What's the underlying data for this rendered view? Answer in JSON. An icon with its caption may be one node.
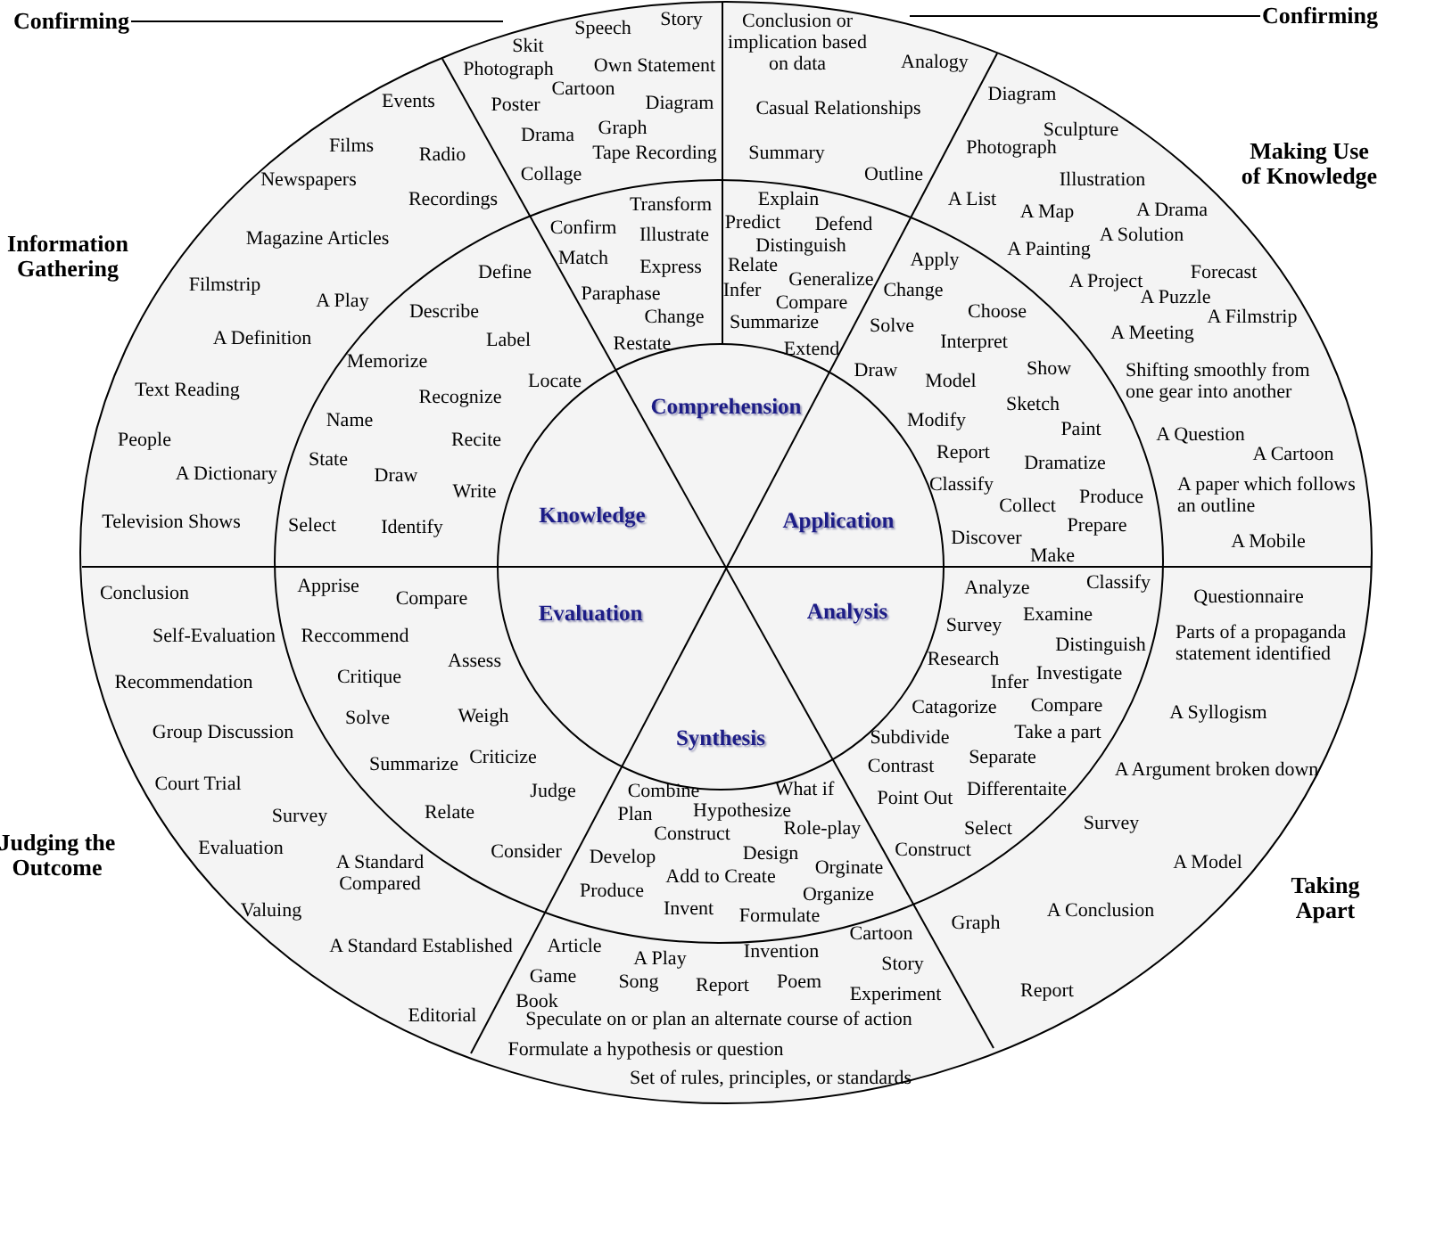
{
  "diagram": {
    "nodes": [
      {
        "text": [
          "Confirming"
        ]
      },
      {
        "text": [
          "Confirming"
        ]
      }
    ],
    "edges": [
      {
        "from": 0,
        "to": null,
        "arrow": "none"
      },
      {
        "from": 1,
        "to": null,
        "arrow": "none"
      }
    ],
    "labels": [
      "Information Gathering",
      "Events",
      "Films",
      "Radio",
      "Newspapers",
      "Recordings",
      "Magazine Articles",
      "Filmstrip",
      "A Play",
      "A Definition",
      "Text Reading",
      "People",
      "A Dictionary",
      "Television Shows",
      "Define",
      "Describe",
      "Label",
      "Memorize",
      "Locate",
      "Recognize",
      "Name",
      "Recite",
      "State",
      "Draw",
      "Write",
      "Select",
      "Identify",
      "Knowledge",
      "Skit",
      "Speech",
      "Story",
      "Photograph",
      "Own Statement",
      "Cartoon",
      "Poster",
      "Diagram",
      "Drama",
      "Graph",
      "Tape Recording",
      "Collage",
      "Conclusion or implication based on data",
      "Analogy",
      "Casual Relationships",
      "Summary",
      "Outline",
      "Transform",
      "Confirm",
      "Illustrate",
      "Match",
      "Express",
      "Paraphase",
      "Change",
      "Restate",
      "Explain",
      "Predict",
      "Defend",
      "Distinguish",
      "Relate",
      "Generalize",
      "Infer",
      "Compare",
      "Summarize",
      "Extend",
      "Comprehension",
      "Making Use of Knowledge",
      "Diagram",
      "Sculpture",
      "Photograph",
      "Illustration",
      "A List",
      "A Map",
      "A Drama",
      "A Solution",
      "A Painting",
      "Forecast",
      "A Project",
      "A Puzzle",
      "A Filmstrip",
      "A Meeting",
      "Shifting smoothly from one gear into another",
      "A Question",
      "A Cartoon",
      "A paper which follows an outline",
      "A Mobile",
      "Apply",
      "Change",
      "Choose",
      "Solve",
      "Interpret",
      "Draw",
      "Show",
      "Model",
      "Sketch",
      "Modify",
      "Paint",
      "Report",
      "Dramatize",
      "Classify",
      "Produce",
      "Collect",
      "Prepare",
      "Discover",
      "Make",
      "Application",
      "Conclusion",
      "Self-Evaluation",
      "Recommendation",
      "Group Discussion",
      "Court Trial",
      "Survey",
      "Evaluation",
      "Valuing",
      "A Standard Established",
      "Editorial",
      "Judging the Outcome",
      "Apprise",
      "Compare",
      "Reccommend",
      "Assess",
      "Critique",
      "Solve",
      "Weigh",
      "Criticize",
      "Summarize",
      "Judge",
      "Relate",
      "Consider",
      "A Standard Compared",
      "Evaluation",
      "Analysis",
      "Analyze",
      "Classify",
      "Survey",
      "Examine",
      "Distinguish",
      "Research",
      "Infer",
      "Investigate",
      "Catagorize",
      "Compare",
      "Subdivide",
      "Take a part",
      "Contrast",
      "Separate",
      "Point Out",
      "Differentaite",
      "Select",
      "Construct",
      "Questionnaire",
      "Parts of a propaganda statement identified",
      "A Syllogism",
      "A Argument broken down",
      "Survey",
      "A Model",
      "A Conclusion",
      "Graph",
      "Report",
      "Taking Apart",
      "Synthesis",
      "Combine",
      "What if",
      "Plan",
      "Hypothesize",
      "Construct",
      "Role-play",
      "Develop",
      "Design",
      "Add to Create",
      "Orginate",
      "Produce",
      "Organize",
      "Invent",
      "Formulate",
      "Article",
      "A Play",
      "Cartoon",
      "Invention",
      "Game",
      "Song",
      "Story",
      "Report",
      "Poem",
      "Book",
      "Experiment",
      "Speculate on or plan an alternate course of action",
      "Formulate a hypothesis or question",
      "Set of rules, principles, or standards"
    ]
  }
}
